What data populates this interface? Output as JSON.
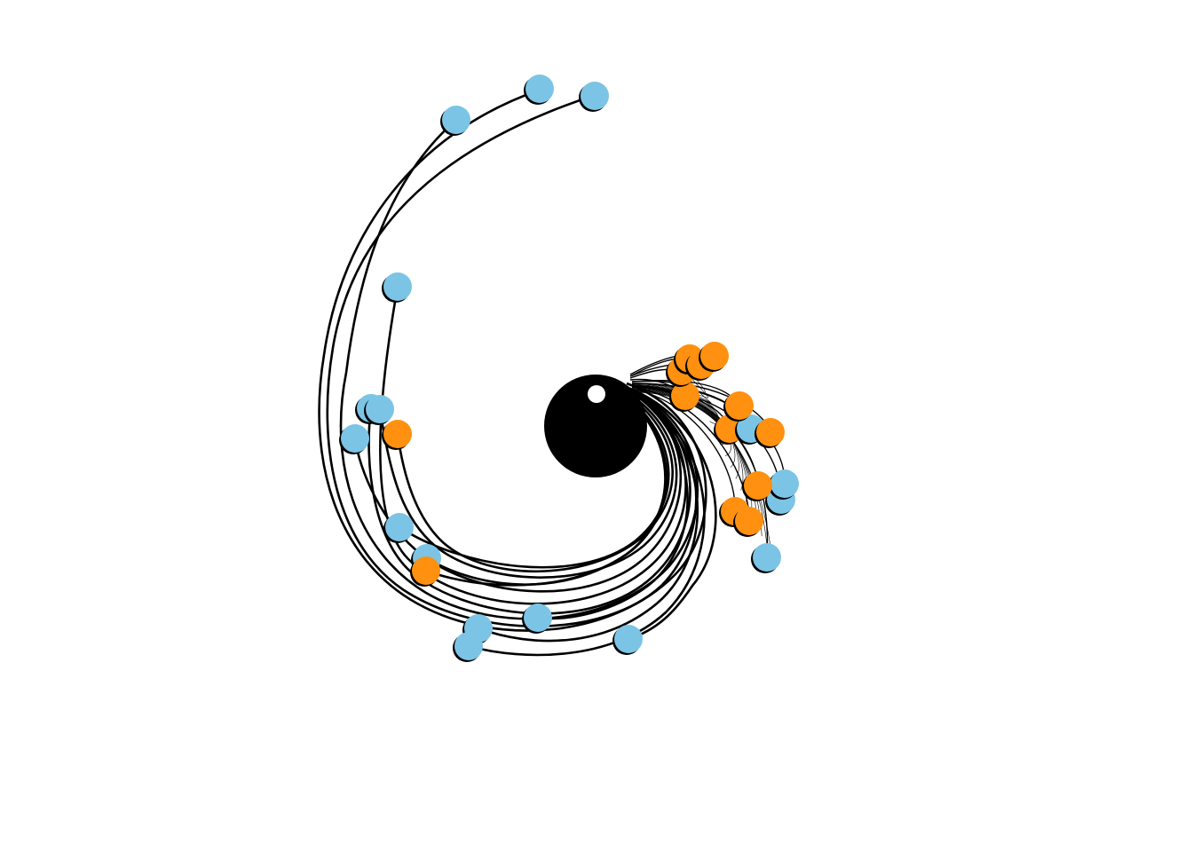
{
  "diagram": {
    "background": "#ffffff",
    "colors": {
      "line": "#000000",
      "hub": "#000000",
      "hub_highlight": "#ffffff",
      "node_blue": "#7bc4e6",
      "node_orange": "#ff9010",
      "node_outline": "#000000"
    },
    "node_groups": [
      "blue",
      "orange"
    ],
    "node_count": {
      "blue": 20,
      "orange": 14
    }
  }
}
